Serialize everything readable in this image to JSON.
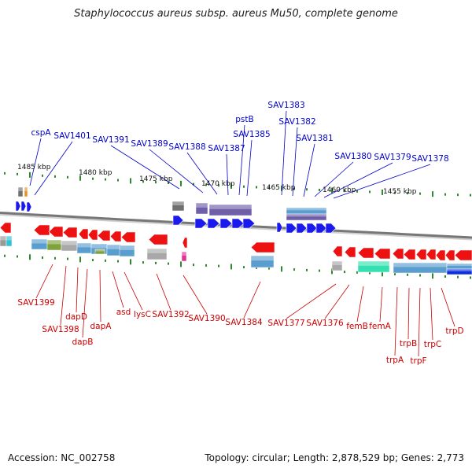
{
  "title": "Staphylococcus aureus subsp. aureus Mu50, complete genome",
  "footer": {
    "accession": "Accession: NC_002758",
    "summary": "Topology: circular; Length: 2,878,529 bp; Genes: 2,773"
  },
  "colors": {
    "forward_label": "#0000cc",
    "reverse_label": "#cc0000",
    "forward_arrow": "#1a1aee",
    "reverse_arrow": "#ee1111",
    "backbone": "#777777",
    "ticks": "#2b8a2b",
    "protein_block": "#6f5ea8",
    "cds_blue": "#5a9ecf",
    "cds_green": "#7fa33c",
    "cds_teal": "#35e0b0",
    "cds_gray": "#a8a8a8",
    "cds_pink": "#e0338f",
    "cds_cyan": "#2ec4d4",
    "cds_orange": "#e89020",
    "cds_navy": "#0a2fdd"
  },
  "scale_labels": [
    "1485 kbp",
    "1480 kbp",
    "1475 kbp",
    "1470 kbp",
    "1465 kbp",
    "1460 kbp",
    "1455 kbp"
  ],
  "forward_genes": [
    "cspA",
    "SAV1401",
    "SAV1391",
    "SAV1389",
    "SAV1388",
    "SAV1387",
    "pstB",
    "SAV1385",
    "SAV1383",
    "SAV1382",
    "SAV1381",
    "SAV1380",
    "SAV1379",
    "SAV1378"
  ],
  "reverse_genes": [
    "SAV1399",
    "SAV1398",
    "dapD",
    "dapB",
    "dapA",
    "asd",
    "lysC",
    "SAV1392",
    "SAV1390",
    "SAV1384",
    "SAV1377",
    "SAV1376",
    "femB",
    "femA",
    "trpA",
    "trpB",
    "trpF",
    "trpC",
    "trpD"
  ]
}
